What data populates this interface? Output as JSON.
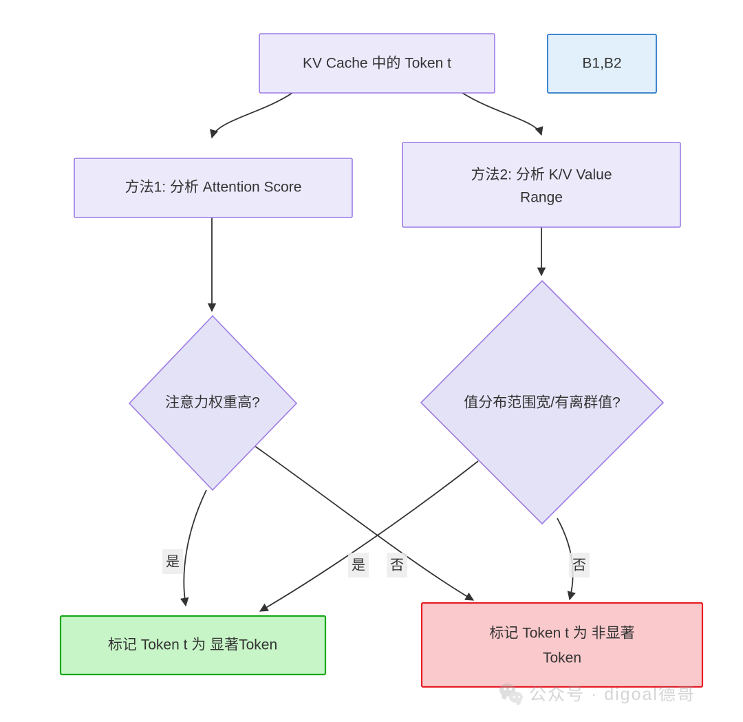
{
  "diagram": {
    "type": "flowchart",
    "title_node": {
      "id": "start",
      "label": "KV Cache 中的 Token t"
    },
    "legend_node": {
      "id": "b1b2",
      "label": "B1,B2"
    },
    "nodes": [
      {
        "id": "start",
        "label": "KV Cache 中的 Token t",
        "shape": "rect",
        "fill": "#ECE9FB",
        "stroke": "#9C7BE5"
      },
      {
        "id": "b1b2",
        "label": "B1,B2",
        "shape": "rect",
        "fill": "#E2F0FB",
        "stroke": "#2878C8"
      },
      {
        "id": "method1",
        "label": "方法1: 分析 Attention Score",
        "shape": "rect",
        "fill": "#ECE9FB",
        "stroke": "#9C7BE5"
      },
      {
        "id": "method2",
        "label": "方法2: 分析 K/V Value Range",
        "shape": "rect",
        "fill": "#ECE9FB",
        "stroke": "#9C7BE5"
      },
      {
        "id": "decision1",
        "label": "注意力权重高?",
        "shape": "diamond",
        "fill": "#E4E2F7",
        "stroke": "#9C7BE5"
      },
      {
        "id": "decision2",
        "label": "值分布范围宽/有离群值?",
        "shape": "diamond",
        "fill": "#E4E2F7",
        "stroke": "#9C7BE5"
      },
      {
        "id": "salient",
        "label": "标记 Token t 为 显著Token",
        "shape": "rect",
        "fill": "#C7F5C7",
        "stroke": "#18A818"
      },
      {
        "id": "nonsalient",
        "label": "标记 Token t 为 非显著 Token",
        "shape": "rect",
        "fill": "#FAC9CC",
        "stroke": "#E81C24"
      }
    ],
    "node_lines": {
      "method2_line1": "方法2: 分析 K/V Value",
      "method2_line2": "Range",
      "nonsalient_line1": "标记 Token t 为 非显著",
      "nonsalient_line2": "Token"
    },
    "edges": [
      {
        "from": "start",
        "to": "method1",
        "label": ""
      },
      {
        "from": "start",
        "to": "method2",
        "label": ""
      },
      {
        "from": "method1",
        "to": "decision1",
        "label": ""
      },
      {
        "from": "method2",
        "to": "decision2",
        "label": ""
      },
      {
        "from": "decision1",
        "to": "salient",
        "label": "是"
      },
      {
        "from": "decision1",
        "to": "nonsalient",
        "label": "否"
      },
      {
        "from": "decision2",
        "to": "salient",
        "label": "是"
      },
      {
        "from": "decision2",
        "to": "nonsalient",
        "label": "否"
      }
    ],
    "edge_labels": {
      "yes": "是",
      "no": "否"
    }
  },
  "watermark": {
    "text": "公众号 · digoal德哥",
    "icon": "wechat-icon"
  },
  "colors": {
    "purple_fill": "#ECE9FB",
    "purple_stroke": "#9C7BE5",
    "diamond_fill": "#E4E2F7",
    "blue_fill": "#E2F0FB",
    "blue_stroke": "#2878C8",
    "green_fill": "#C7F5C7",
    "green_stroke": "#18A818",
    "red_fill": "#FAC9CC",
    "red_stroke": "#E81C24",
    "edge_stroke": "#333333",
    "label_bg": "#ECECEC",
    "text": "#333333"
  }
}
